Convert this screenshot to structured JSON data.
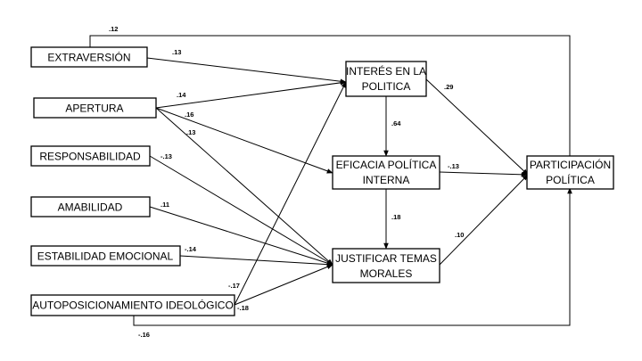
{
  "diagram": {
    "predictors": {
      "extraversion": "EXTRAVERSIÓN",
      "openness": "APERTURA",
      "responsibility": "RESPONSABILIDAD",
      "agreeableness": "AMABILIDAD",
      "emotional_stability": "ESTABILIDAD EMOCIONAL",
      "ideological_self_placement": "AUTOPOSICIONAMIENTO IDEOLÓGICO"
    },
    "mediators": {
      "political_interest": [
        "INTERÉS EN LA",
        "POLITICA"
      ],
      "internal_efficacy": [
        "EFICACIA POLÍTICA",
        "INTERNA"
      ],
      "moral_issues": [
        "JUSTIFICAR TEMAS",
        "MORALES"
      ]
    },
    "outcome": [
      "PARTICIPACIÓN",
      "POLÍTICA"
    ],
    "coefficients": {
      "extraversion_participation": ".12",
      "extraversion_interest": ".13",
      "openness_interest": ".14",
      "openness_efficacy": ".16",
      "openness_moral": ".13",
      "responsibility_moral": "-.13",
      "agreeableness_moral": ".11",
      "stability_moral": "-.14",
      "ideology_interest": "-.17",
      "ideology_moral": "-.18",
      "ideology_participation": "-.16",
      "interest_efficacy": ".64",
      "interest_participation": ".29",
      "efficacy_moral": ".18",
      "efficacy_participation": "-.13",
      "moral_participation": ".10"
    },
    "line_color": "#000000",
    "box_fill": "#ffffff"
  }
}
